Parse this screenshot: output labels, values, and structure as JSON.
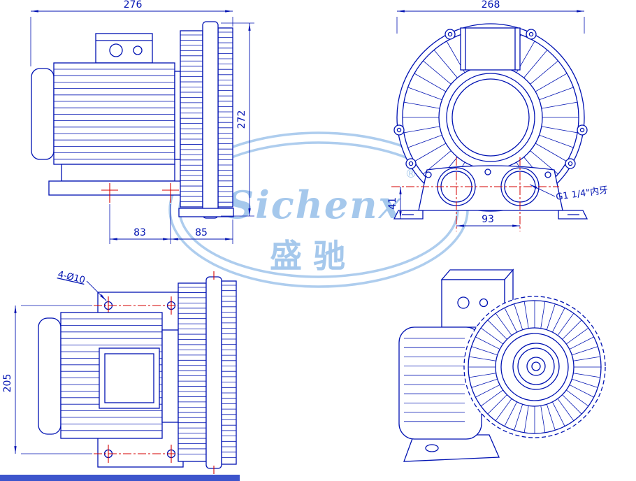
{
  "views": {
    "side": {
      "dim_overall_width": "276",
      "dim_overall_height": "272",
      "dim_foot_pitch": "83",
      "dim_foot_to_outlet": "85"
    },
    "front": {
      "dim_overall_width": "268",
      "dim_port_center_height": "41",
      "dim_port_pitch": "93",
      "port_thread_label": "G1 1/4\"内牙"
    },
    "plan": {
      "mounting_holes_label": "4-Ø10",
      "dim_hole_pitch": "205"
    },
    "isometric": {}
  },
  "watermark": {
    "brand": "Sichenx",
    "registered": "®",
    "chinese": "盛驰"
  },
  "colors": {
    "line": "#0012b2",
    "centerline": "#d40000",
    "watermark": "#a5c8ec",
    "bottom_bar": "#3d55cc"
  }
}
